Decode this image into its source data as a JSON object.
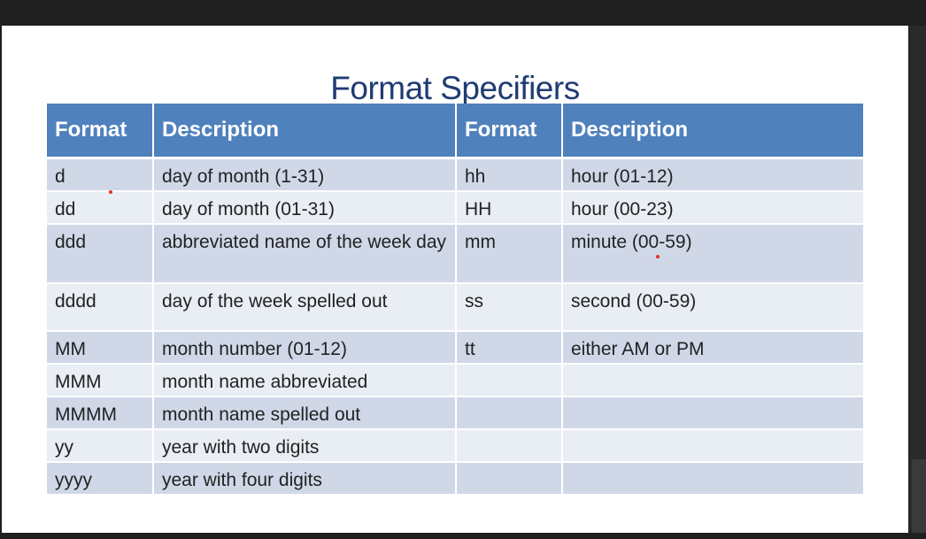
{
  "slide": {
    "title": "Format Specifiers",
    "headers": [
      "Format",
      "Description",
      "Format",
      "Description"
    ],
    "rows": [
      {
        "f1": "d",
        "d1": "day of month (1-31)",
        "f2": "hh",
        "d2": "hour (01-12)"
      },
      {
        "f1": "dd",
        "d1": "day of month (01-31)",
        "f2": "HH",
        "d2": "hour (00-23)"
      },
      {
        "f1": "ddd",
        "d1": "abbreviated name of the week day",
        "f2": "mm",
        "d2": "minute (00-59)"
      },
      {
        "f1": "dddd",
        "d1": "day of the week spelled out",
        "f2": "ss",
        "d2": "second (00-59)"
      },
      {
        "f1": "MM",
        "d1": "month number (01-12)",
        "f2": "tt",
        "d2": "either AM or PM"
      },
      {
        "f1": "MMM",
        "d1": "month name abbreviated",
        "f2": "",
        "d2": ""
      },
      {
        "f1": "MMMM",
        "d1": "month name spelled out",
        "f2": "",
        "d2": ""
      },
      {
        "f1": "yy",
        "d1": "year with two digits",
        "f2": "",
        "d2": ""
      },
      {
        "f1": "yyyy",
        "d1": "year with four digits",
        "f2": "",
        "d2": ""
      }
    ]
  },
  "colors": {
    "header_bg": "#4f81bd",
    "row_dark": "#d0d8e8",
    "row_light": "#e9edf4",
    "title": "#1f3b73",
    "laser_dot": "#e0302a"
  }
}
